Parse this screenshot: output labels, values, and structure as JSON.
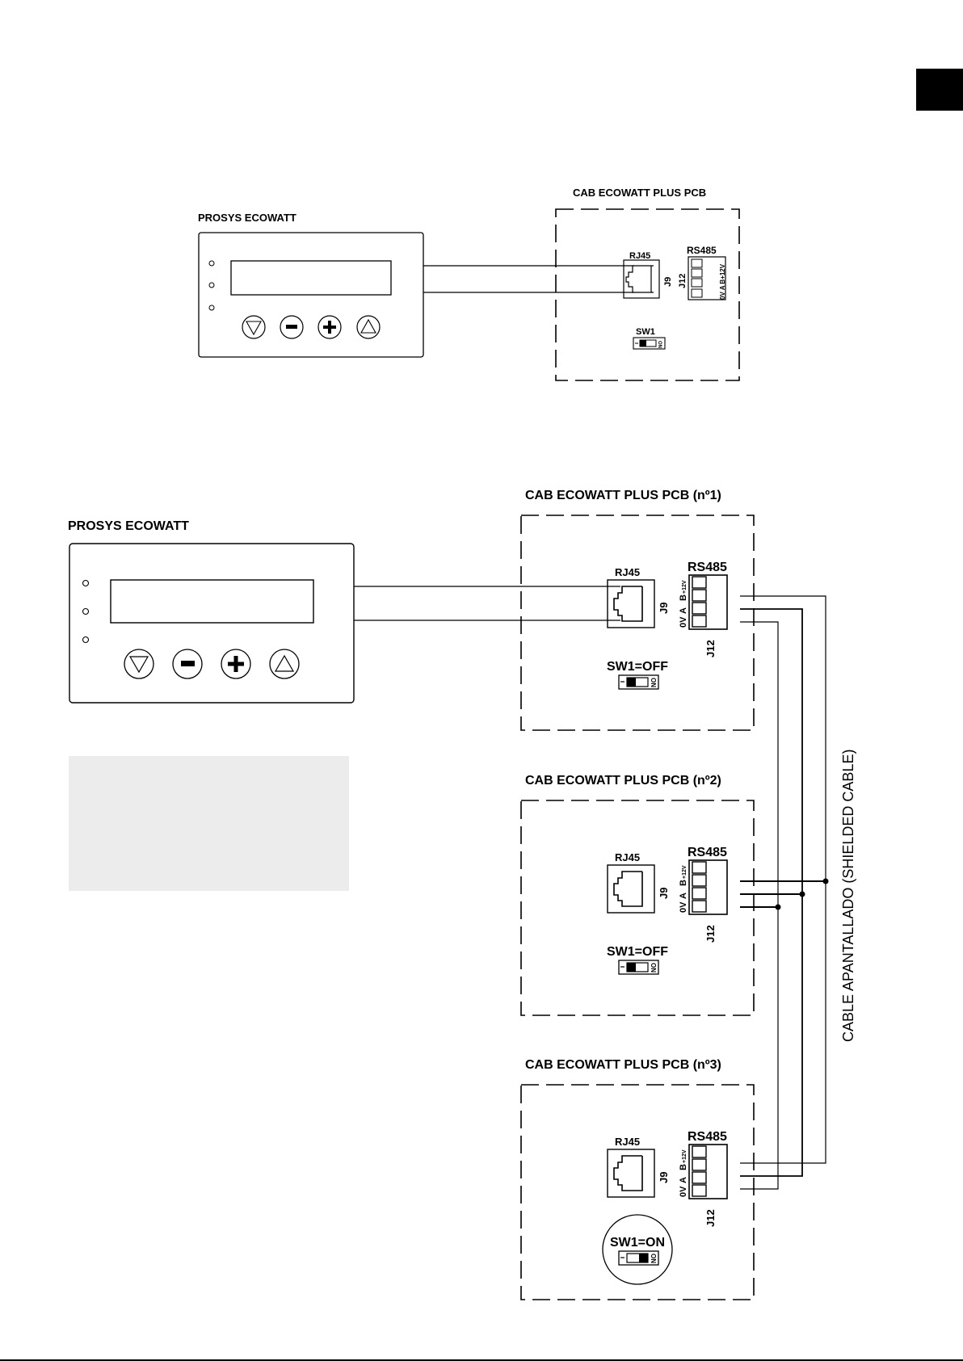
{
  "page": {
    "corner_tab_color": "#000000",
    "note_box_color": "#ececec"
  },
  "diagram_top": {
    "controller": {
      "title": "PROSYS ECOWATT",
      "buttons": [
        "down-arrow",
        "minus",
        "plus",
        "up-arrow"
      ],
      "leds": 3
    },
    "pcb": {
      "title": "CAB ECOWATT PLUS PCB",
      "rj45_label": "RJ45",
      "j9_label": "J9",
      "j12_label": "J12",
      "rs485_label": "RS485",
      "pins_label": "0V  A  B+12V",
      "pin_labels": [
        "0V",
        "A",
        "B",
        "+12V"
      ],
      "switch_label": "SW1",
      "switch_on_label": "ON",
      "switch_one_label": "1"
    }
  },
  "diagram_bottom": {
    "controller": {
      "title": "PROSYS ECOWATT",
      "buttons": [
        "down-arrow",
        "minus",
        "plus",
        "up-arrow"
      ],
      "leds": 3
    },
    "pcbs": [
      {
        "title": "CAB ECOWATT PLUS PCB (nº1)",
        "rj45_label": "RJ45",
        "j9_label": "J9",
        "j12_label": "J12",
        "rs485_label": "RS485",
        "switch_label": "SW1=OFF",
        "switch_state": "off",
        "connected_to_controller": true
      },
      {
        "title": "CAB ECOWATT PLUS PCB (nº2)",
        "rj45_label": "RJ45",
        "j9_label": "J9",
        "j12_label": "J12",
        "rs485_label": "RS485",
        "switch_label": "SW1=OFF",
        "switch_state": "off",
        "connected_to_controller": false
      },
      {
        "title": "CAB ECOWATT PLUS PCB (nº3)",
        "rj45_label": "RJ45",
        "j9_label": "J9",
        "j12_label": "J12",
        "rs485_label": "RS485",
        "switch_label": "SW1=ON",
        "switch_state": "on",
        "highlighted": true,
        "connected_to_controller": false
      }
    ],
    "pin_labels": {
      "zero_v": "0V",
      "a": "A",
      "b": "B",
      "plus12": "+12V"
    },
    "switch_on_label": "ON",
    "switch_one_label": "1",
    "cable_label": "CABLE APANTALLADO (SHIELDED CABLE)"
  }
}
